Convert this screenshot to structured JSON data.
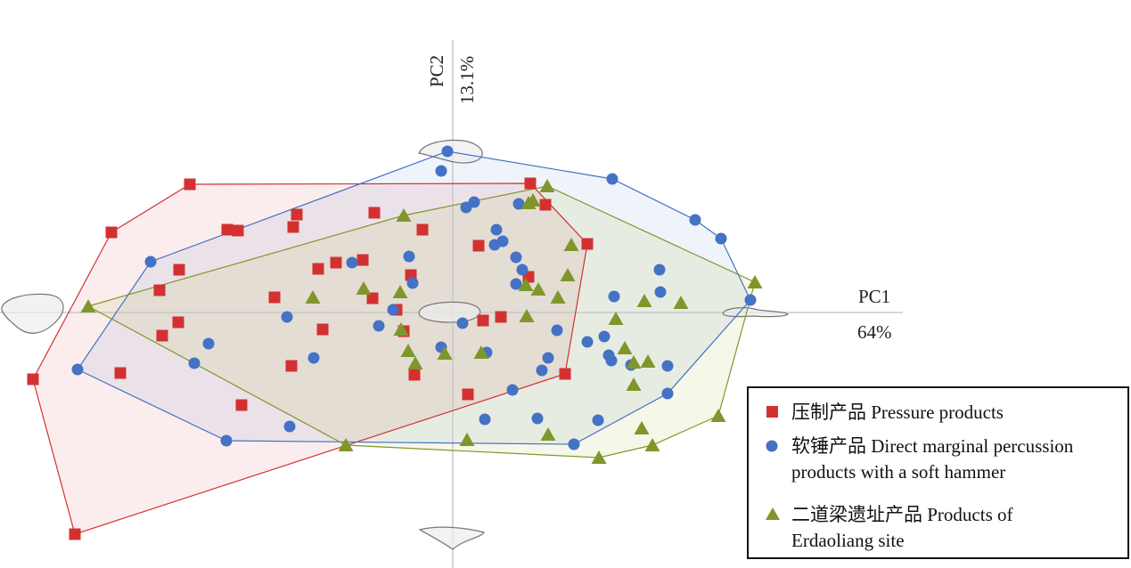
{
  "chart_data": {
    "type": "scatter",
    "title": "",
    "xlabel": "PC1",
    "xlabel_pct": "64%",
    "ylabel": "PC2",
    "ylabel_pct": "13.1%",
    "xlim": [
      -5.08,
      5.05
    ],
    "ylim": [
      -2.87,
      3.06
    ],
    "grid": false,
    "legend_position": "bottom-right",
    "convex_hulls": true,
    "series": [
      {
        "name": "压制产品 Pressure products",
        "marker": "square",
        "color": "#d33131",
        "points": [
          [
            -2.95,
            1.44
          ],
          [
            -3.83,
            0.9
          ],
          [
            -4.71,
            -0.75
          ],
          [
            -4.24,
            -2.49
          ],
          [
            0.87,
            1.45
          ],
          [
            1.04,
            1.21
          ],
          [
            1.51,
            0.77
          ],
          [
            1.26,
            -0.69
          ],
          [
            -2.53,
            0.93
          ],
          [
            -2.41,
            0.92
          ],
          [
            -1.75,
            1.1
          ],
          [
            -1.79,
            0.96
          ],
          [
            -0.88,
            1.12
          ],
          [
            -0.34,
            0.93
          ],
          [
            -3.07,
            0.48
          ],
          [
            -3.29,
            0.25
          ],
          [
            -1.51,
            0.49
          ],
          [
            -1.31,
            0.56
          ],
          [
            -1.01,
            0.59
          ],
          [
            -0.47,
            0.42
          ],
          [
            -2.0,
            0.17
          ],
          [
            -0.9,
            0.16
          ],
          [
            -0.63,
            0.03
          ],
          [
            -3.08,
            -0.11
          ],
          [
            -3.26,
            -0.26
          ],
          [
            -1.46,
            -0.19
          ],
          [
            -0.55,
            -0.21
          ],
          [
            -1.81,
            -0.6
          ],
          [
            -0.43,
            -0.7
          ],
          [
            -3.73,
            -0.68
          ],
          [
            -2.37,
            -1.04
          ],
          [
            0.17,
            -0.92
          ],
          [
            0.29,
            0.75
          ],
          [
            0.85,
            0.4
          ],
          [
            0.34,
            -0.09
          ],
          [
            0.54,
            -0.05
          ]
        ]
      },
      {
        "name": "软锤产品 Direct marginal percussion products with a soft hammer",
        "name_line1": "软锤产品 Direct marginal percussion",
        "name_line2": "products with a soft hammer",
        "marker": "circle",
        "color": "#4472c4",
        "points": [
          [
            -0.06,
            1.81
          ],
          [
            -0.13,
            1.59
          ],
          [
            1.79,
            1.5
          ],
          [
            2.72,
            1.04
          ],
          [
            3.01,
            0.83
          ],
          [
            3.34,
            0.14
          ],
          [
            2.41,
            -0.91
          ],
          [
            1.36,
            -1.48
          ],
          [
            -2.54,
            -1.44
          ],
          [
            -4.21,
            -0.64
          ],
          [
            -3.39,
            0.57
          ],
          [
            0.15,
            1.18
          ],
          [
            0.24,
            1.24
          ],
          [
            0.74,
            1.22
          ],
          [
            0.49,
            0.93
          ],
          [
            0.47,
            0.76
          ],
          [
            0.56,
            0.8
          ],
          [
            0.71,
            0.62
          ],
          [
            0.78,
            0.48
          ],
          [
            0.71,
            0.32
          ],
          [
            -1.13,
            0.56
          ],
          [
            -0.49,
            0.63
          ],
          [
            -0.45,
            0.33
          ],
          [
            -1.86,
            -0.05
          ],
          [
            -0.83,
            -0.15
          ],
          [
            -0.67,
            0.03
          ],
          [
            0.11,
            -0.12
          ],
          [
            -2.74,
            -0.35
          ],
          [
            -2.9,
            -0.57
          ],
          [
            -1.56,
            -0.51
          ],
          [
            -0.13,
            -0.39
          ],
          [
            0.38,
            -0.45
          ],
          [
            1.17,
            -0.2
          ],
          [
            1.07,
            -0.51
          ],
          [
            1.0,
            -0.65
          ],
          [
            0.67,
            -0.87
          ],
          [
            1.51,
            -0.33
          ],
          [
            1.7,
            -0.27
          ],
          [
            1.75,
            -0.48
          ],
          [
            1.78,
            -0.54
          ],
          [
            2.0,
            -0.59
          ],
          [
            2.41,
            -0.6
          ],
          [
            1.81,
            0.18
          ],
          [
            2.32,
            0.48
          ],
          [
            2.33,
            0.23
          ],
          [
            0.36,
            -1.2
          ],
          [
            0.95,
            -1.19
          ],
          [
            1.63,
            -1.21
          ],
          [
            -1.83,
            -1.28
          ]
        ]
      },
      {
        "name": "二道梁遗址产品 Products of Erdaoliang site",
        "name_line1": "二道梁遗址产品  Products of",
        "name_line2": "Erdaoliang site",
        "marker": "triangle",
        "color": "#7f972a",
        "points": [
          [
            -4.09,
            0.07
          ],
          [
            -1.2,
            -1.49
          ],
          [
            1.06,
            1.42
          ],
          [
            0.9,
            1.26
          ],
          [
            0.85,
            1.23
          ],
          [
            -0.55,
            1.09
          ],
          [
            1.33,
            0.76
          ],
          [
            1.29,
            0.42
          ],
          [
            0.82,
            0.31
          ],
          [
            0.96,
            0.26
          ],
          [
            1.18,
            0.17
          ],
          [
            -1.0,
            0.27
          ],
          [
            -0.59,
            0.23
          ],
          [
            -1.57,
            0.17
          ],
          [
            -0.58,
            -0.19
          ],
          [
            0.83,
            -0.04
          ],
          [
            1.83,
            -0.07
          ],
          [
            2.15,
            0.13
          ],
          [
            2.56,
            0.11
          ],
          [
            3.39,
            0.34
          ],
          [
            -0.09,
            -0.46
          ],
          [
            0.32,
            -0.45
          ],
          [
            -0.5,
            -0.43
          ],
          [
            -0.42,
            -0.57
          ],
          [
            1.93,
            -0.4
          ],
          [
            2.03,
            -0.56
          ],
          [
            2.19,
            -0.55
          ],
          [
            2.03,
            -0.81
          ],
          [
            2.98,
            -1.16
          ],
          [
            2.12,
            -1.3
          ],
          [
            2.24,
            -1.49
          ],
          [
            1.64,
            -1.63
          ],
          [
            1.07,
            -1.37
          ],
          [
            0.16,
            -1.43
          ]
        ]
      }
    ]
  }
}
